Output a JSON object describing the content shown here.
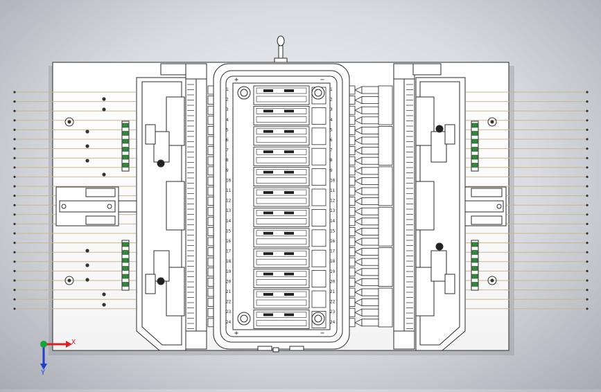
{
  "viewport": {
    "background_top": "#f3f4f7",
    "background_bottom": "#a7a9b1",
    "line_color": "#2a2a2a",
    "plate_fill": "#ffffff",
    "connector_color": "#2f8a3a",
    "wire_color": "#c9b88a"
  },
  "fixture": {
    "plus_sign": "+",
    "minus_sign": "−",
    "slot_numbers_left": [
      "1",
      "2",
      "3",
      "4",
      "5",
      "6",
      "7",
      "8",
      "9",
      "10",
      "11",
      "12",
      "13",
      "14",
      "15",
      "16",
      "17",
      "18",
      "19",
      "20",
      "21",
      "22",
      "23",
      "24"
    ],
    "slot_numbers_right": [
      "1",
      "2",
      "3",
      "4",
      "5",
      "6",
      "7",
      "8",
      "9",
      "10",
      "11",
      "12",
      "13",
      "14",
      "15",
      "16",
      "17",
      "18",
      "19",
      "20",
      "21",
      "22",
      "23",
      "24"
    ]
  },
  "triad": {
    "x_label": "X",
    "y_label": "Y",
    "x_color": "#e02020",
    "y_color": "#1f3fd0",
    "origin_color": "#1aa33a"
  }
}
